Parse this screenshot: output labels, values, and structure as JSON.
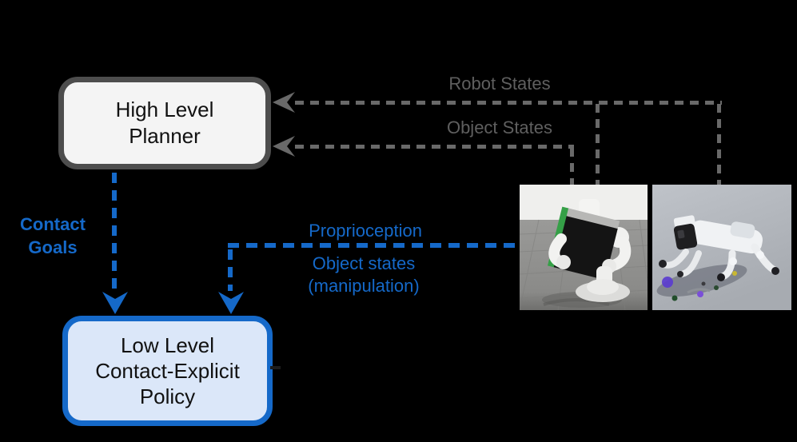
{
  "colors": {
    "canvas-bg": "#000000",
    "accent-blue": "#1569c9",
    "line-gray": "#696969",
    "label-gray": "#5f5f5f",
    "hl-border": "#4d4d4d",
    "hl-fill": "#f4f4f4",
    "ll-border": "#1569c9",
    "ll-fill": "#dbe7f9",
    "text-black": "#111111"
  },
  "boxes": {
    "high_level": {
      "line1": "High Level",
      "line2": "Planner"
    },
    "low_level": {
      "line1": "Low Level",
      "line2": "Contact-Explicit",
      "line3": "Policy"
    }
  },
  "labels": {
    "robot_states": "Robot States",
    "object_states": "Object States",
    "contact_line1": "Contact",
    "contact_line2": "Goals",
    "proprioception": "Proprioception",
    "manip_line1": "Object states",
    "manip_line2": "(manipulation)"
  },
  "images": {
    "humanoid": "humanoid-robot-holding-black-box-simulation",
    "quadruped": "quadruped-robot-crawling-simulation"
  }
}
